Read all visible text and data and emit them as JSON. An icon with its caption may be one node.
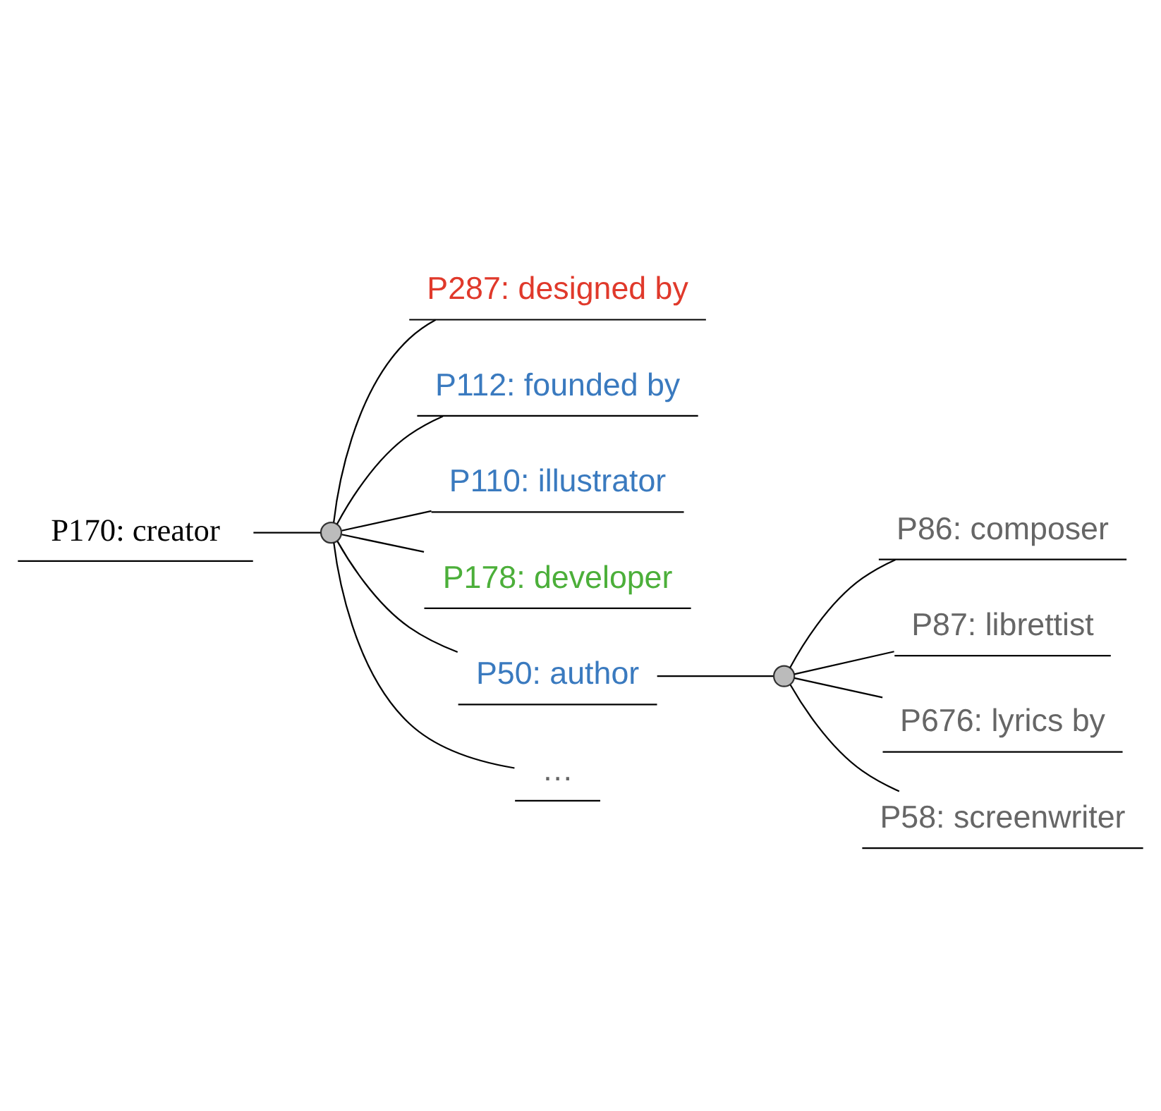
{
  "diagram": {
    "nodes": [
      {
        "text": [
          "P170: creator"
        ]
      },
      {
        "text": [],
        "shape": "circle"
      },
      {
        "text": [
          "P287: designed by"
        ]
      },
      {
        "text": [
          "P112: founded by"
        ]
      },
      {
        "text": [
          "P110: illustrator"
        ]
      },
      {
        "text": [
          "P178: developer"
        ]
      },
      {
        "text": [
          "P50: author"
        ]
      },
      {
        "text": [
          "…"
        ]
      },
      {
        "text": [],
        "shape": "circle"
      },
      {
        "text": [
          "P86: composer"
        ]
      },
      {
        "text": [
          "P87: librettist"
        ]
      },
      {
        "text": [
          "P676: lyrics by"
        ]
      },
      {
        "text": [
          "P58: screenwriter"
        ]
      }
    ],
    "edges": [
      {
        "from": 0,
        "to": 1,
        "arrow": "none"
      },
      {
        "from": 1,
        "to": 2,
        "arrow": "none"
      },
      {
        "from": 1,
        "to": 3,
        "arrow": "none"
      },
      {
        "from": 1,
        "to": 4,
        "arrow": "none"
      },
      {
        "from": 1,
        "to": 5,
        "arrow": "none"
      },
      {
        "from": 1,
        "to": 6,
        "arrow": "none"
      },
      {
        "from": 1,
        "to": 7,
        "arrow": "none"
      },
      {
        "from": 6,
        "to": 8,
        "arrow": "none"
      },
      {
        "from": 8,
        "to": 9,
        "arrow": "none"
      },
      {
        "from": 8,
        "to": 10,
        "arrow": "none"
      },
      {
        "from": 8,
        "to": 11,
        "arrow": "none"
      },
      {
        "from": 8,
        "to": 12,
        "arrow": "none"
      }
    ]
  }
}
